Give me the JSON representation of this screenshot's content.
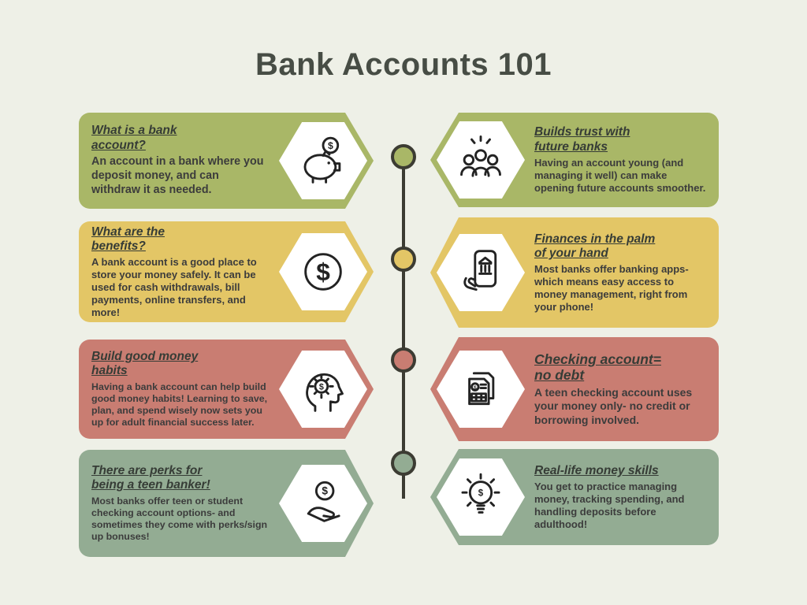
{
  "title": "Bank Accounts 101",
  "colors": {
    "background": "#eef0e7",
    "title_text": "#474d45",
    "timeline": "#3c3c33",
    "icon_tile": "#ffffff",
    "row_olive": "#a9b767",
    "row_yellow": "#e3c666",
    "row_red": "#c97d72",
    "row_sage": "#93ac93"
  },
  "rows": [
    {
      "color": "#a9b767",
      "left": {
        "heading": "What is a bank account?",
        "body": "An account in a bank where you deposit money, and can withdraw it as needed.",
        "icon": "piggy-bank-icon"
      },
      "right": {
        "heading": "Builds trust with future banks",
        "body": "Having an account young (and managing it well) can make opening future accounts smoother.",
        "icon": "trust-group-icon"
      }
    },
    {
      "color": "#e3c666",
      "left": {
        "heading": "What are the benefits?",
        "body": "A bank account is a good place to store your money safely. It can be used for cash withdrawals, bill payments, online transfers, and more!",
        "icon": "dollar-coin-icon"
      },
      "right": {
        "heading": "Finances in the palm of your hand",
        "body": "Most banks offer banking apps- which means easy access to money management, right from your phone!",
        "icon": "mobile-banking-icon"
      }
    },
    {
      "color": "#c97d72",
      "left": {
        "heading": "Build good money habits",
        "body": "Having a bank account can help build good money habits! Learning to save, plan, and spend wisely now sets you up for adult financial success later.",
        "icon": "money-mindset-icon"
      },
      "right": {
        "heading": "Checking account= no debt",
        "body": "A teen checking account uses your money only- no credit or borrowing involved.",
        "icon": "checking-documents-icon"
      }
    },
    {
      "color": "#93ac93",
      "left": {
        "heading": "There are perks for being a teen banker!",
        "body": "Most banks offer teen or student checking account options- and sometimes they come with perks/sign up bonuses!",
        "icon": "hand-coin-icon"
      },
      "right": {
        "heading": "Real-life money skills",
        "body": "You get to practice managing money, tracking spending, and handling deposits before adulthood!",
        "icon": "lightbulb-gear-icon"
      }
    }
  ]
}
